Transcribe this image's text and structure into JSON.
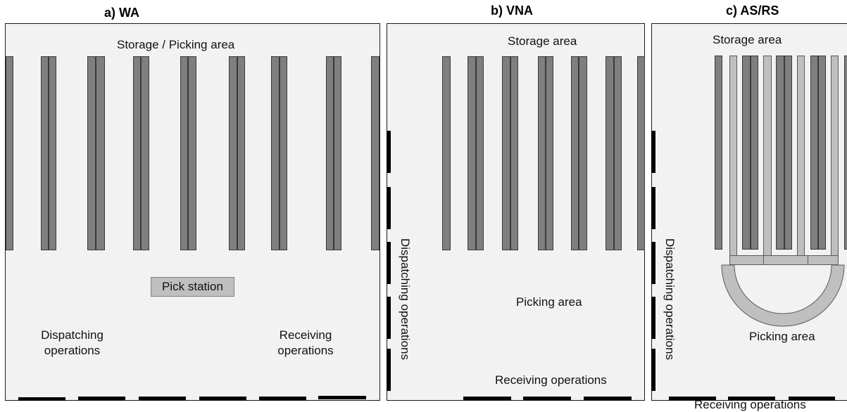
{
  "panels": {
    "wa": {
      "title": "a) WA",
      "storage_label": "Storage  / Picking area",
      "pick_station": "Pick station",
      "dispatching_line1": "Dispatching",
      "dispatching_line2": "operations",
      "receiving_line1": "Receiving",
      "receiving_line2": "operations"
    },
    "vna": {
      "title": "b) VNA",
      "storage_label": "Storage area",
      "picking_label": "Picking area",
      "dispatching_label": "Dispatching operations",
      "receiving_label": "Receiving operations"
    },
    "asrs": {
      "title": "c) AS/RS",
      "storage_label": "Storage area",
      "picking_label": "Picking area",
      "dispatching_label": "Dispatching operations",
      "receiving_label": "Receiving operations"
    }
  },
  "colors": {
    "rack_dark": "#7f7f7f",
    "rack_light": "#bfbfbf",
    "panel_bg": "#f2f2f2",
    "dock": "#000000"
  }
}
